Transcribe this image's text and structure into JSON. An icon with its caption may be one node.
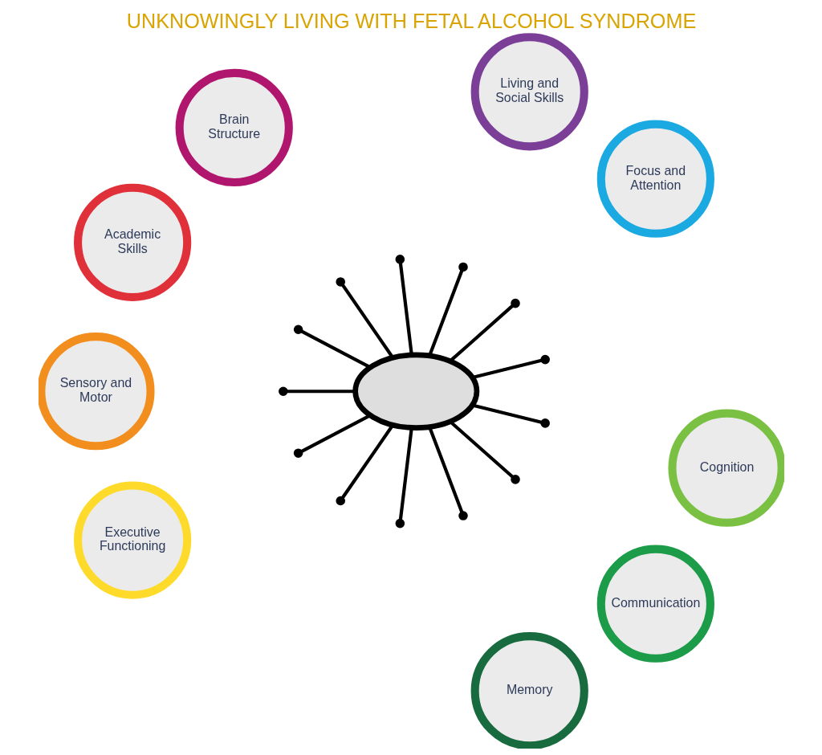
{
  "diagram": {
    "title": "UNKNOWINGLY LIVING WITH FETAL ALCOHOL SYNDROME",
    "nodes": [
      {
        "text": [
          "Living and Social Skills"
        ]
      },
      {
        "text": [
          "Brain Structure"
        ]
      },
      {
        "text": [
          "Focus and Attention"
        ]
      },
      {
        "text": [
          "Academic Skills"
        ]
      },
      {
        "text": [
          "Cognition"
        ]
      },
      {
        "text": [
          "Sensory and Motor"
        ]
      },
      {
        "text": [
          "Communication"
        ]
      },
      {
        "text": [
          "Executive Functioning"
        ]
      },
      {
        "text": [
          "Memory"
        ]
      },
      {
        "text": [],
        "shape": "cloud"
      }
    ],
    "edges": [
      {
        "from": 9,
        "to": null,
        "arrow": "other"
      },
      {
        "from": 9,
        "to": null,
        "arrow": "other"
      },
      {
        "from": 9,
        "to": null,
        "arrow": "other"
      },
      {
        "from": 9,
        "to": null,
        "arrow": "other"
      },
      {
        "from": 9,
        "to": null,
        "arrow": "other"
      },
      {
        "from": 9,
        "to": null,
        "arrow": "other"
      },
      {
        "from": 9,
        "to": null,
        "arrow": "other"
      },
      {
        "from": 9,
        "to": null,
        "arrow": "other"
      },
      {
        "from": 9,
        "to": null,
        "arrow": "other"
      },
      {
        "from": 9,
        "to": null,
        "arrow": "other"
      },
      {
        "from": 9,
        "to": null,
        "arrow": "other"
      },
      {
        "from": 9,
        "to": null,
        "arrow": "other"
      },
      {
        "from": 9,
        "to": null,
        "arrow": "other"
      }
    ]
  }
}
